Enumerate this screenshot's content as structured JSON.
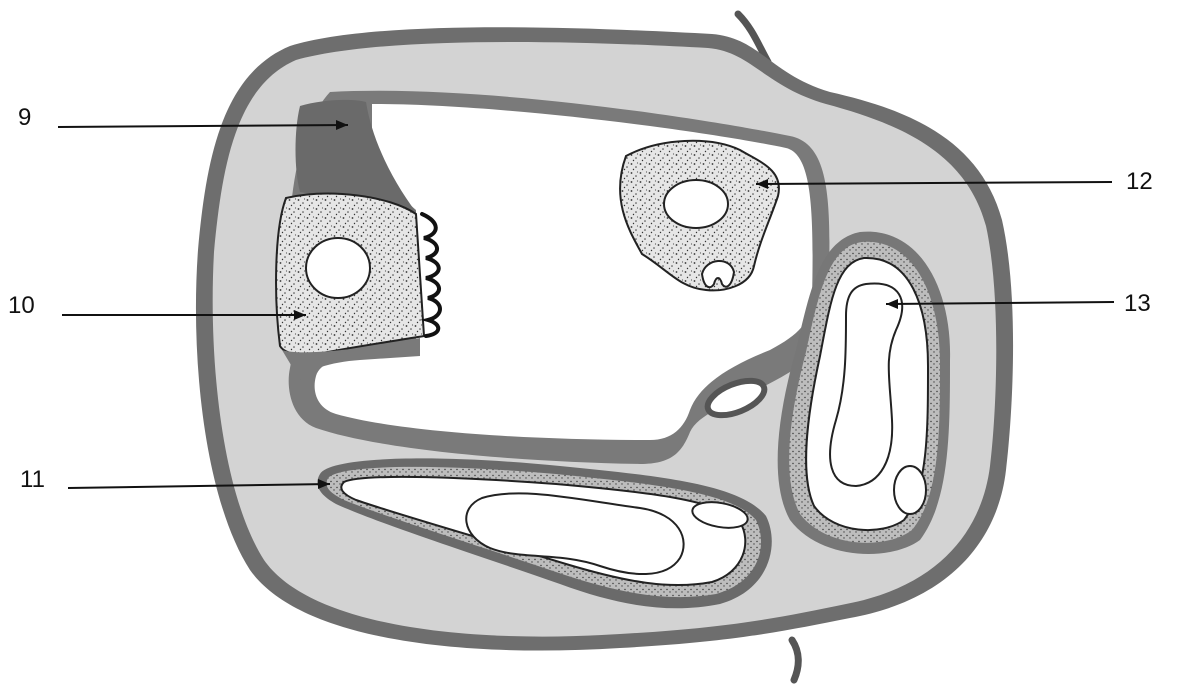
{
  "labels": {
    "l9": "9",
    "l10": "10",
    "l11": "11",
    "l12": "12",
    "l13": "13"
  },
  "colors": {
    "outer_wall": "#6e6e6e",
    "matrix": "#d3d3d3",
    "inner_wall": "#7a7a7a",
    "lumen": "#ffffff",
    "cytoplasm": "#e4e4e4",
    "outline": "#222222"
  }
}
